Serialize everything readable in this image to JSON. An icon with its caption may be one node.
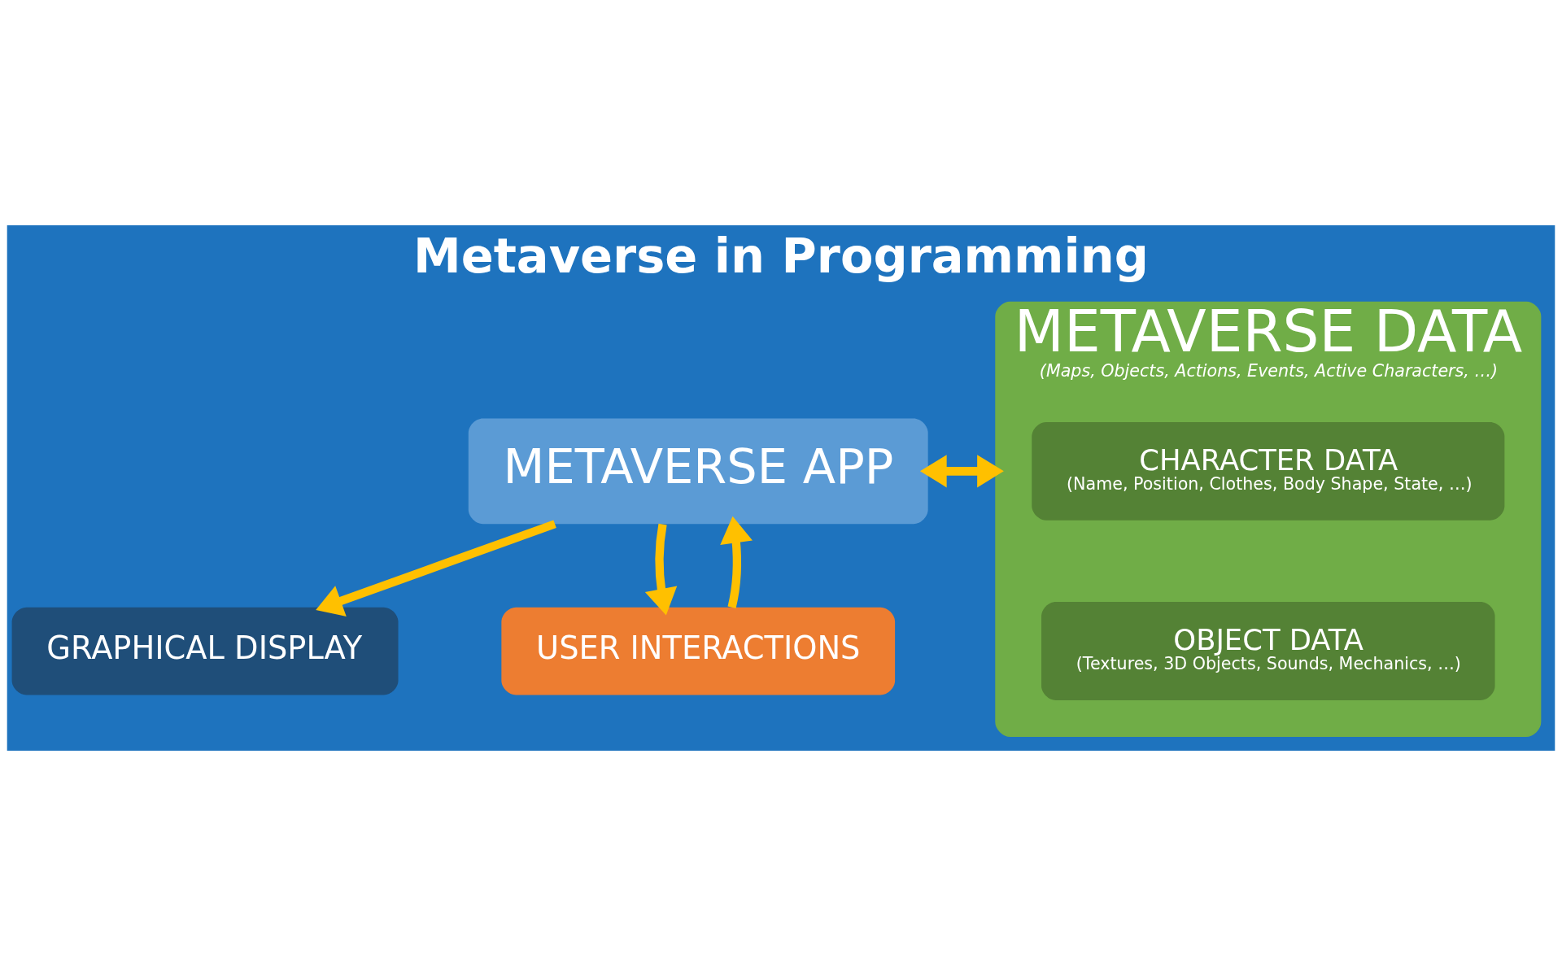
{
  "diagram": {
    "title": "Metaverse in Programming",
    "nodes": [
      {
        "text": [
          "GRAPHICAL DISPLAY"
        ]
      },
      {
        "text": [
          "METAVERSE APP"
        ]
      },
      {
        "text": [
          "USER INTERACTIONS"
        ]
      },
      {
        "text": [
          "METAVERSE DATA",
          "(Maps, Objects, Actions, Events, Active Characters, …)"
        ]
      },
      {
        "text": [
          "CHARACTER DATA",
          "(Name, Position, Clothes, Body Shape, State, …)"
        ],
        "in": 3
      },
      {
        "text": [
          "OBJECT DATA",
          "(Textures, 3D Objects, Sounds, Mechanics, …)"
        ],
        "in": 3
      }
    ],
    "edges": [
      {
        "from": 1,
        "to": 0,
        "arrow": "to"
      },
      {
        "from": 2,
        "to": 1,
        "arrow": "to"
      },
      {
        "from": 1,
        "to": 2,
        "arrow": "to"
      },
      {
        "from": 1,
        "to": 3,
        "arrow": "to"
      },
      {
        "from": 3,
        "to": 1,
        "arrow": "to"
      }
    ]
  }
}
